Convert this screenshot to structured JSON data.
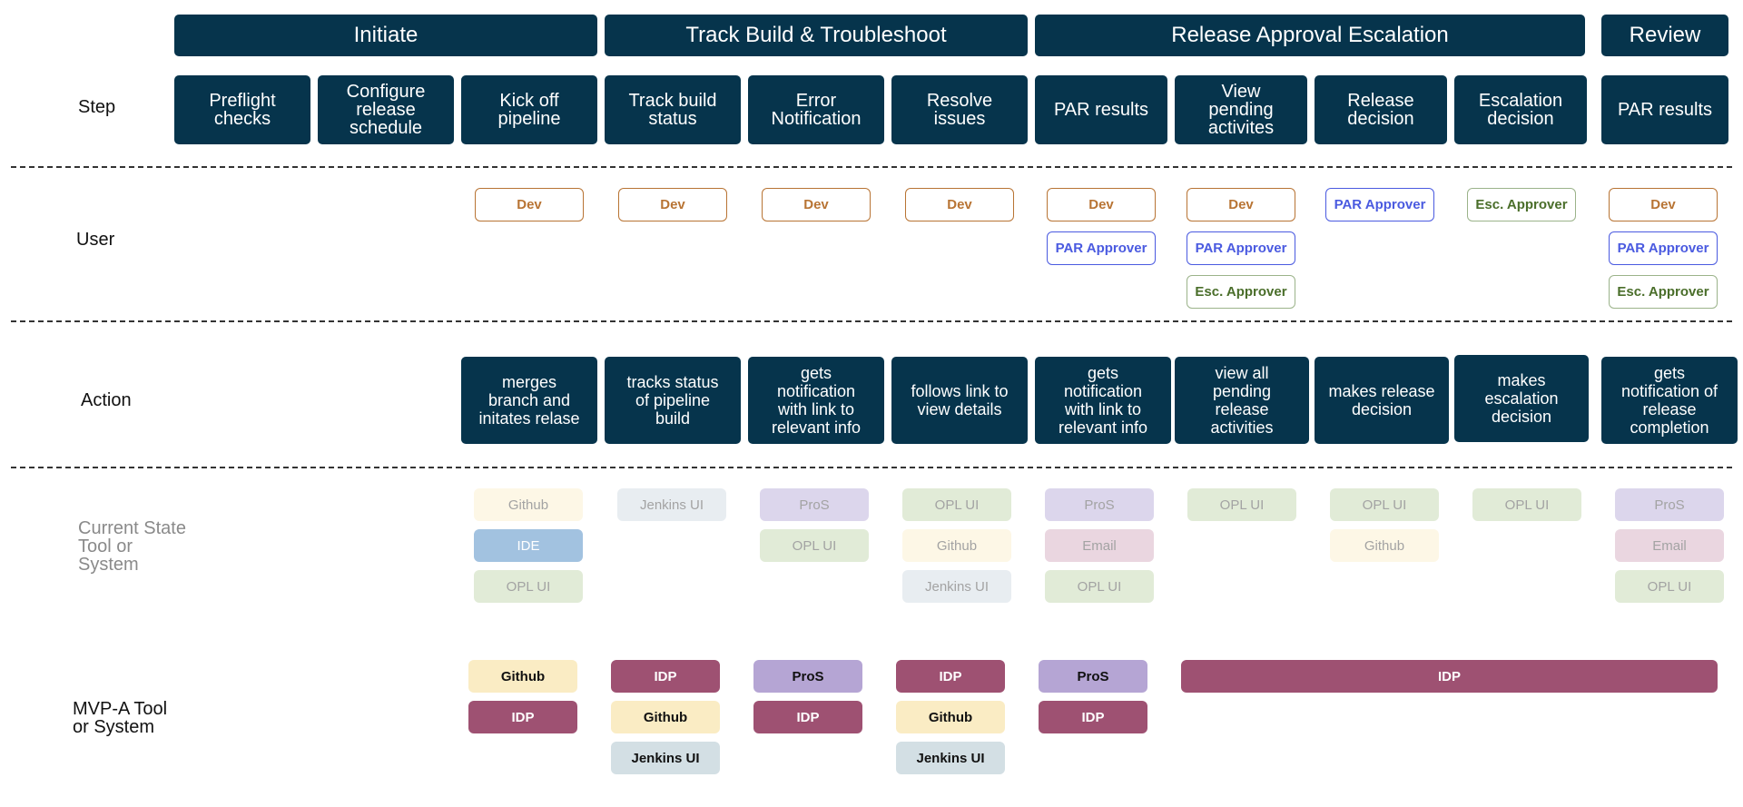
{
  "phases": [
    "Initiate",
    "Track Build & Troubleshoot",
    "Release Approval Escalation",
    "Review"
  ],
  "row_labels": {
    "step": "Step",
    "user": "User",
    "action": "Action",
    "current": "Current State\nTool or\nSystem",
    "mvp": "MVP-A Tool\nor System"
  },
  "steps": [
    "Preflight\nchecks",
    "Configure\nrelease\nschedule",
    "Kick off\npipeline",
    "Track build\nstatus",
    "Error\nNotification",
    "Resolve\nissues",
    "PAR results",
    "View\npending\nactivites",
    "Release\ndecision",
    "Escalation\ndecision",
    "PAR results"
  ],
  "users": {
    "dev": "Dev",
    "par_approver": "PAR Approver",
    "esc_approver": "Esc. Approver"
  },
  "actions": [
    "merges\nbranch and\ninitates relase",
    "tracks status\nof pipeline\nbuild",
    "gets\nnotification\nwith link to\nrelevant info",
    "follows link to\nview details",
    "gets\nnotification\nwith link to\nrelevant info",
    "view all\npending\nrelease\nactivities",
    "makes release\ndecision",
    "makes\nescalation\ndecision",
    "gets\nnotification of\nrelease\ncompletion"
  ],
  "current_tools": {
    "kick_off": [
      "Github",
      "IDE",
      "OPL UI"
    ],
    "track_build": [
      "Jenkins UI"
    ],
    "error_notification": [
      "ProS",
      "OPL UI"
    ],
    "resolve_issues": [
      "OPL UI",
      "Github",
      "Jenkins UI"
    ],
    "par_results": [
      "ProS",
      "Email",
      "OPL UI"
    ],
    "view_pending": [
      "OPL UI"
    ],
    "release_decision": [
      "OPL UI",
      "Github"
    ],
    "escalation_decision": [
      "OPL UI"
    ],
    "review": [
      "ProS",
      "Email",
      "OPL UI"
    ]
  },
  "mvp_tools": {
    "kick_off": [
      "Github",
      "IDP"
    ],
    "track_build": [
      "IDP",
      "Github",
      "Jenkins UI"
    ],
    "error_notification": [
      "ProS",
      "IDP"
    ],
    "resolve_issues": [
      "IDP",
      "Github",
      "Jenkins UI"
    ],
    "par_results": [
      "ProS",
      "IDP"
    ],
    "approval_span": "IDP"
  },
  "colors": {
    "navy": "#06344c",
    "dev": "#b87434",
    "par_approver": "#4a5ae0",
    "esc_approver": "#4a6e2a",
    "github_current": "#fdf7e6",
    "ide_current": "#a2c2e0",
    "opl_current": "#e1ebd7",
    "jenkins_current": "#e8edf1",
    "pros_current": "#dcd6ec",
    "email_current": "#ead6e0",
    "github_mvp": "#faecc4",
    "idp_mvp": "#9e5172",
    "pros_mvp": "#b5a5d4",
    "jenkins_mvp": "#d3dfe4"
  }
}
